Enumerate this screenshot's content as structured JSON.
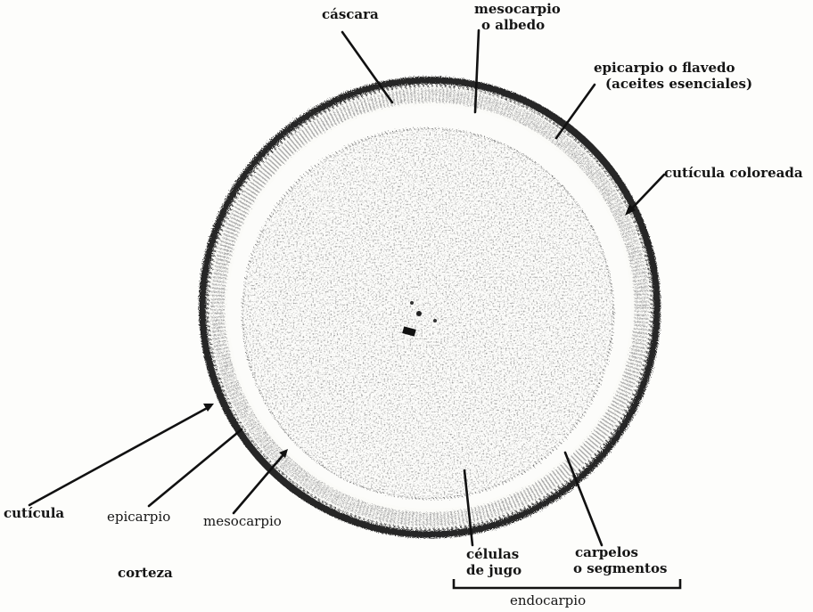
{
  "labels": {
    "cascara": "cáscara",
    "mesocarpio_albedo_1": "mesocarpio",
    "mesocarpio_albedo_2": "o albedo",
    "epicarpio_flavedo_1": "epicarpio o flavedo",
    "epicarpio_flavedo_2": "(aceites esenciales)",
    "cuticula_coloreada": "cutícula coloreada",
    "cuticula": "cutícula",
    "epicarpio": "epicarpio",
    "mesocarpio": "mesocarpio",
    "corteza": "corteza",
    "celulas_1": "células",
    "celulas_2": "de jugo",
    "carpelos_1": "carpelos",
    "carpelos_2": "o segmentos",
    "endocarpio": "endocarpio"
  },
  "colors": {
    "ink": "#111111",
    "rind": "#2a2a2a",
    "pulp_speckle": "#3a3a3a",
    "background": "#fdfdfb"
  }
}
